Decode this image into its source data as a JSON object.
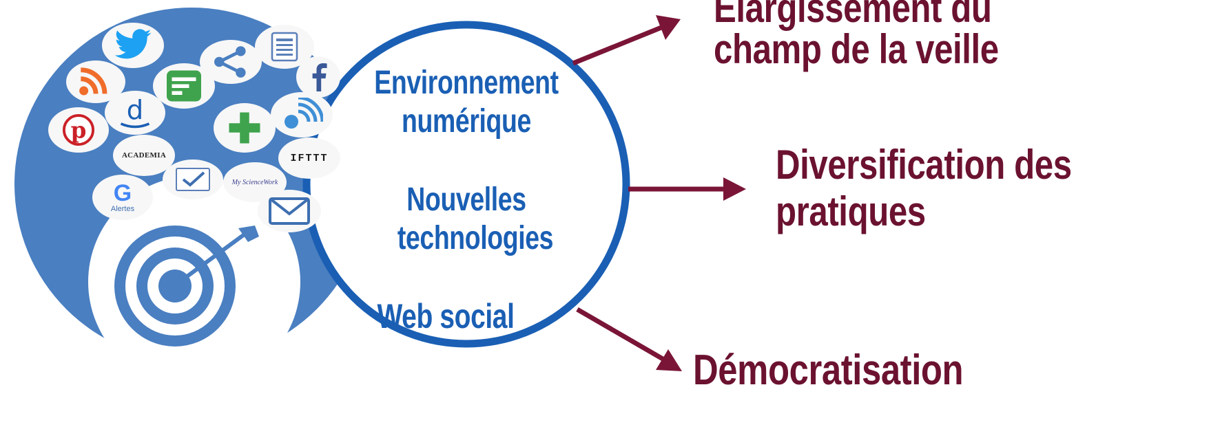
{
  "left_panel": {
    "bubble_labels": {
      "academia": "ACADEMIA",
      "ifttt": "IFTTT",
      "mysciencework": "My ScienceWork",
      "alertes": "Alertes",
      "google_g": "G"
    },
    "icons": [
      "twitter-icon",
      "rss-icon",
      "document-icon",
      "share-icon",
      "facebook-icon",
      "feed-app-icon",
      "diigo-icon",
      "pinterest-icon",
      "plus-icon",
      "signal-icon",
      "academia-logo",
      "ifttt-logo",
      "checkmark-icon",
      "mysciencework-logo",
      "google-alerts-icon",
      "mail-icon",
      "target-icon"
    ]
  },
  "center_circle": {
    "line1": "Environnement",
    "line2": "numérique",
    "line3": "Nouvelles",
    "line4": "technologies",
    "line5": "Web social"
  },
  "outcomes": {
    "top_line1": "Élargissement du",
    "top_line2": "champ de la veille",
    "mid_line1": "Diversification des",
    "mid_line2": "pratiques",
    "bottom_line1": "Démocratisation"
  },
  "colors": {
    "blue_circle": "#4a7fc1",
    "ring_blue": "#1a5fb4",
    "center_text": "#1a5fb4",
    "arrow": "#7a1538",
    "outcome_text": "#6b1230"
  }
}
